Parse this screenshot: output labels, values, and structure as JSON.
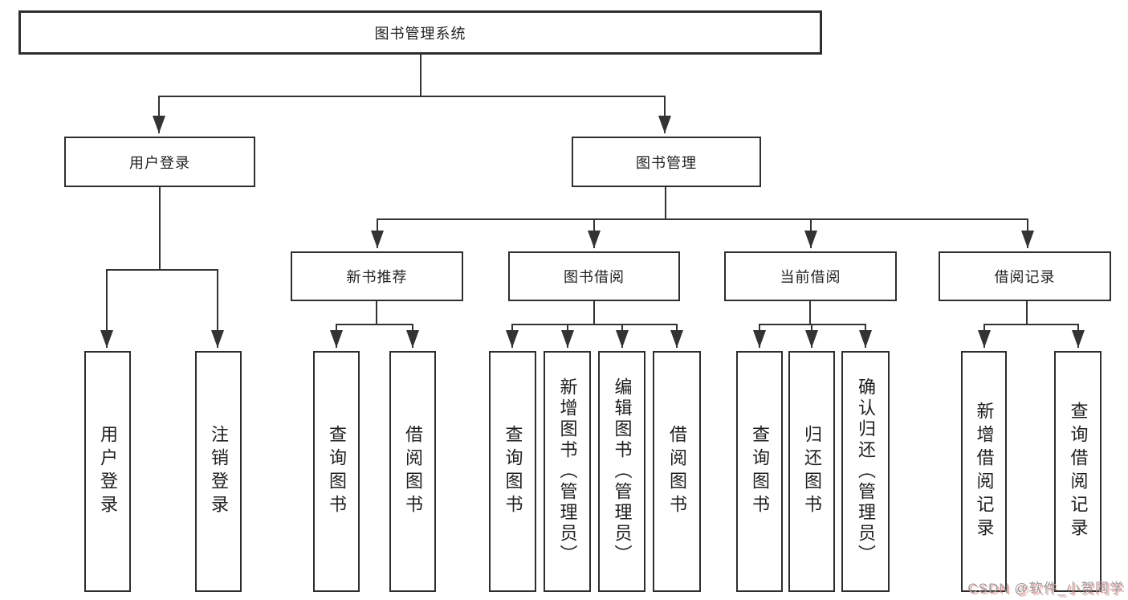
{
  "diagram": {
    "root": {
      "label": "图书管理系统"
    },
    "branches": [
      {
        "label": "用户登录",
        "children": [
          {
            "label": "用户登录"
          },
          {
            "label": "注销登录"
          }
        ]
      },
      {
        "label": "图书管理",
        "children": [
          {
            "label": "新书推荐",
            "children": [
              {
                "label": "查询图书"
              },
              {
                "label": "借阅图书"
              }
            ]
          },
          {
            "label": "图书借阅",
            "children": [
              {
                "label": "查询图书"
              },
              {
                "label": "新增图书（管理员）"
              },
              {
                "label": "编辑图书（管理员）"
              },
              {
                "label": "借阅图书"
              }
            ]
          },
          {
            "label": "当前借阅",
            "children": [
              {
                "label": "查询图书"
              },
              {
                "label": "归还图书"
              },
              {
                "label": "确认归还（管理员）"
              }
            ]
          },
          {
            "label": "借阅记录",
            "children": [
              {
                "label": "新增借阅记录"
              },
              {
                "label": "查询借阅记录"
              }
            ]
          }
        ]
      }
    ]
  },
  "watermark": {
    "text": "CSDN @软件_小贺同学"
  },
  "colors": {
    "line": "#333333",
    "box_border": "#2e2e2e",
    "text": "#1f1f1f",
    "background": "#ffffff",
    "watermark_text": "#9e9e9e",
    "watermark_accent": "#d0433b"
  }
}
